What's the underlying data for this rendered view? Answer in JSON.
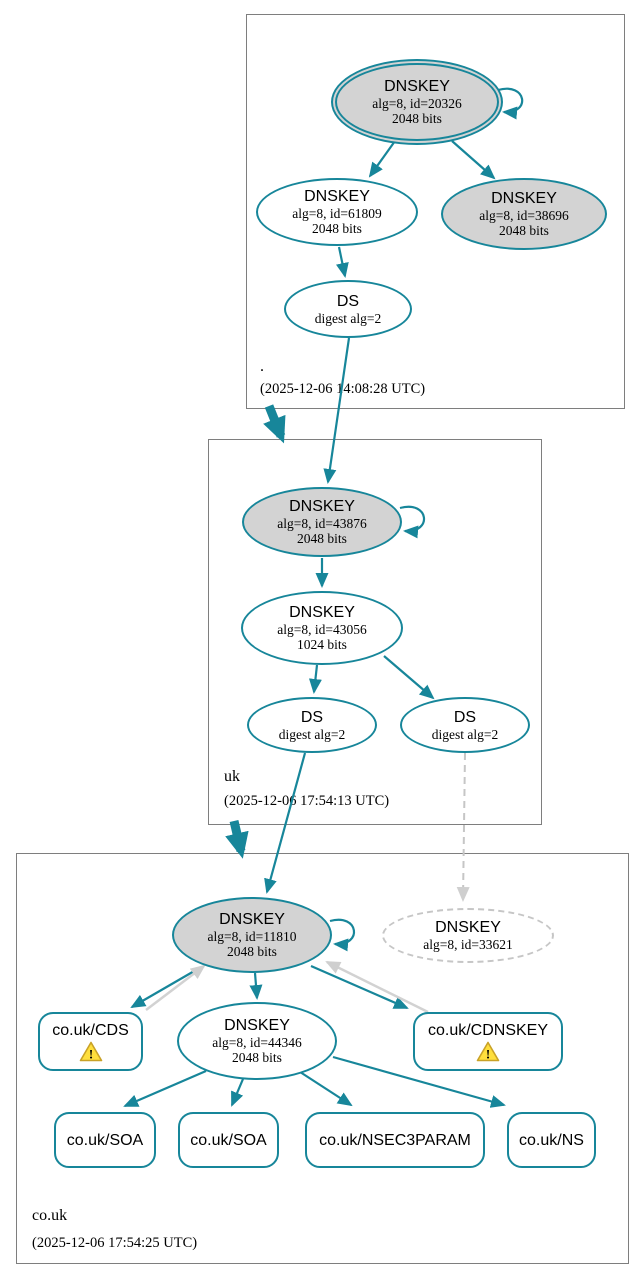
{
  "diagram": {
    "type": "dnssec-authentication-chain",
    "colors": {
      "edge_secure": "#17869a",
      "edge_informational": "#d2d2d2",
      "edge_missing": "#c6c6c6",
      "node_fill_ksk": "#d3d3d3",
      "node_fill_default": "#ffffff",
      "warning_fill": "#ffdf3d",
      "warning_border": "#c9a227",
      "zone_border": "#7e7e7e"
    }
  },
  "zones": [
    {
      "label": ".",
      "timestamp": "(2025-12-06 14:08:28 UTC)"
    },
    {
      "label": "uk",
      "timestamp": "(2025-12-06 17:54:13 UTC)"
    },
    {
      "label": "co.uk",
      "timestamp": "(2025-12-06 17:54:25 UTC)"
    }
  ],
  "nodes": {
    "root_ksk": {
      "title": "DNSKEY",
      "detail1": "alg=8, id=20326",
      "detail2": "2048 bits"
    },
    "root_zsk": {
      "title": "DNSKEY",
      "detail1": "alg=8, id=61809",
      "detail2": "2048 bits"
    },
    "root_revoked": {
      "title": "DNSKEY",
      "detail1": "alg=8, id=38696",
      "detail2": "2048 bits"
    },
    "root_ds": {
      "title": "DS",
      "detail1": "digest alg=2"
    },
    "uk_ksk": {
      "title": "DNSKEY",
      "detail1": "alg=8, id=43876",
      "detail2": "2048 bits"
    },
    "uk_zsk": {
      "title": "DNSKEY",
      "detail1": "alg=8, id=43056",
      "detail2": "1024 bits"
    },
    "uk_ds_left": {
      "title": "DS",
      "detail1": "digest alg=2"
    },
    "uk_ds_right": {
      "title": "DS",
      "detail1": "digest alg=2"
    },
    "couk_ksk": {
      "title": "DNSKEY",
      "detail1": "alg=8, id=11810",
      "detail2": "2048 bits"
    },
    "couk_missing": {
      "title": "DNSKEY",
      "detail1": "alg=8, id=33621"
    },
    "couk_zsk": {
      "title": "DNSKEY",
      "detail1": "alg=8, id=44346",
      "detail2": "2048 bits"
    },
    "cds": {
      "label": "co.uk/CDS"
    },
    "cdnskey": {
      "label": "co.uk/CDNSKEY"
    },
    "soa1": {
      "label": "co.uk/SOA"
    },
    "soa2": {
      "label": "co.uk/SOA"
    },
    "nsec3param": {
      "label": "co.uk/NSEC3PARAM"
    },
    "ns": {
      "label": "co.uk/NS"
    }
  }
}
